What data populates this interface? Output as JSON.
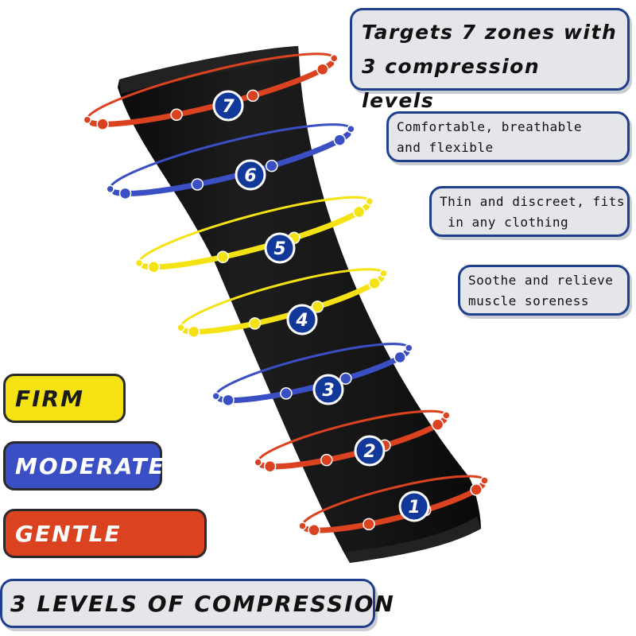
{
  "headline": {
    "line1": "Targets 7 zones with",
    "line2": "3 compression levels"
  },
  "features": [
    {
      "line1": "Comfortable, breathable",
      "line2": "and flexible"
    },
    {
      "line1": "Thin and discreet, fits",
      "line2": " in any clothing"
    },
    {
      "line1": "Soothe and relieve",
      "line2": "muscle soreness"
    }
  ],
  "levels": [
    {
      "label": "FIRM",
      "color": "#f5e213"
    },
    {
      "label": "MODERATE",
      "color": "#3b4fc4"
    },
    {
      "label": "GENTLE",
      "color": "#db4220"
    }
  ],
  "banner": "3 LEVELS OF COMPRESSION",
  "zones": [
    {
      "number": "7",
      "level": "GENTLE",
      "color": "#db4220"
    },
    {
      "number": "6",
      "level": "MODERATE",
      "color": "#3b4fc4"
    },
    {
      "number": "5",
      "level": "FIRM",
      "color": "#f5e213"
    },
    {
      "number": "4",
      "level": "FIRM",
      "color": "#f5e213"
    },
    {
      "number": "3",
      "level": "MODERATE",
      "color": "#3b4fc4"
    },
    {
      "number": "2",
      "level": "GENTLE",
      "color": "#db4220"
    },
    {
      "number": "1",
      "level": "GENTLE",
      "color": "#db4220"
    }
  ],
  "colors": {
    "sleeve": "#151515",
    "badge": "#12399a",
    "box_border": "#1f3f8c",
    "box_fill": "#e4e6ea"
  }
}
